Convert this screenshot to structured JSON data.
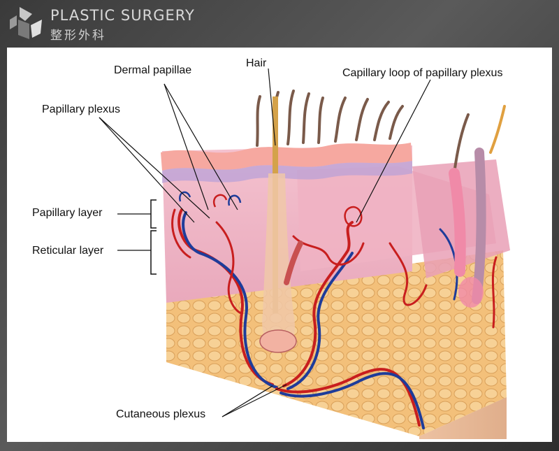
{
  "brand": {
    "title": "PLASTIC SURGERY",
    "subtitle": "整形外科"
  },
  "diagram": {
    "labels": {
      "hair": "Hair",
      "dermal_papillae": "Dermal papillae",
      "capillary_loop": "Capillary loop of papillary plexus",
      "papillary_plexus": "Papillary plexus",
      "papillary_layer": "Papillary layer",
      "reticular_layer": "Reticular layer",
      "cutaneous_plexus": "Cutaneous plexus"
    }
  },
  "colors": {
    "artery": "#c81e1e",
    "vein": "#1e3c9a",
    "fat": "#f3c07a",
    "dermis": "#f2b6c6",
    "epidermis": "#f6a8a0",
    "hair": "#7a5a4a"
  }
}
